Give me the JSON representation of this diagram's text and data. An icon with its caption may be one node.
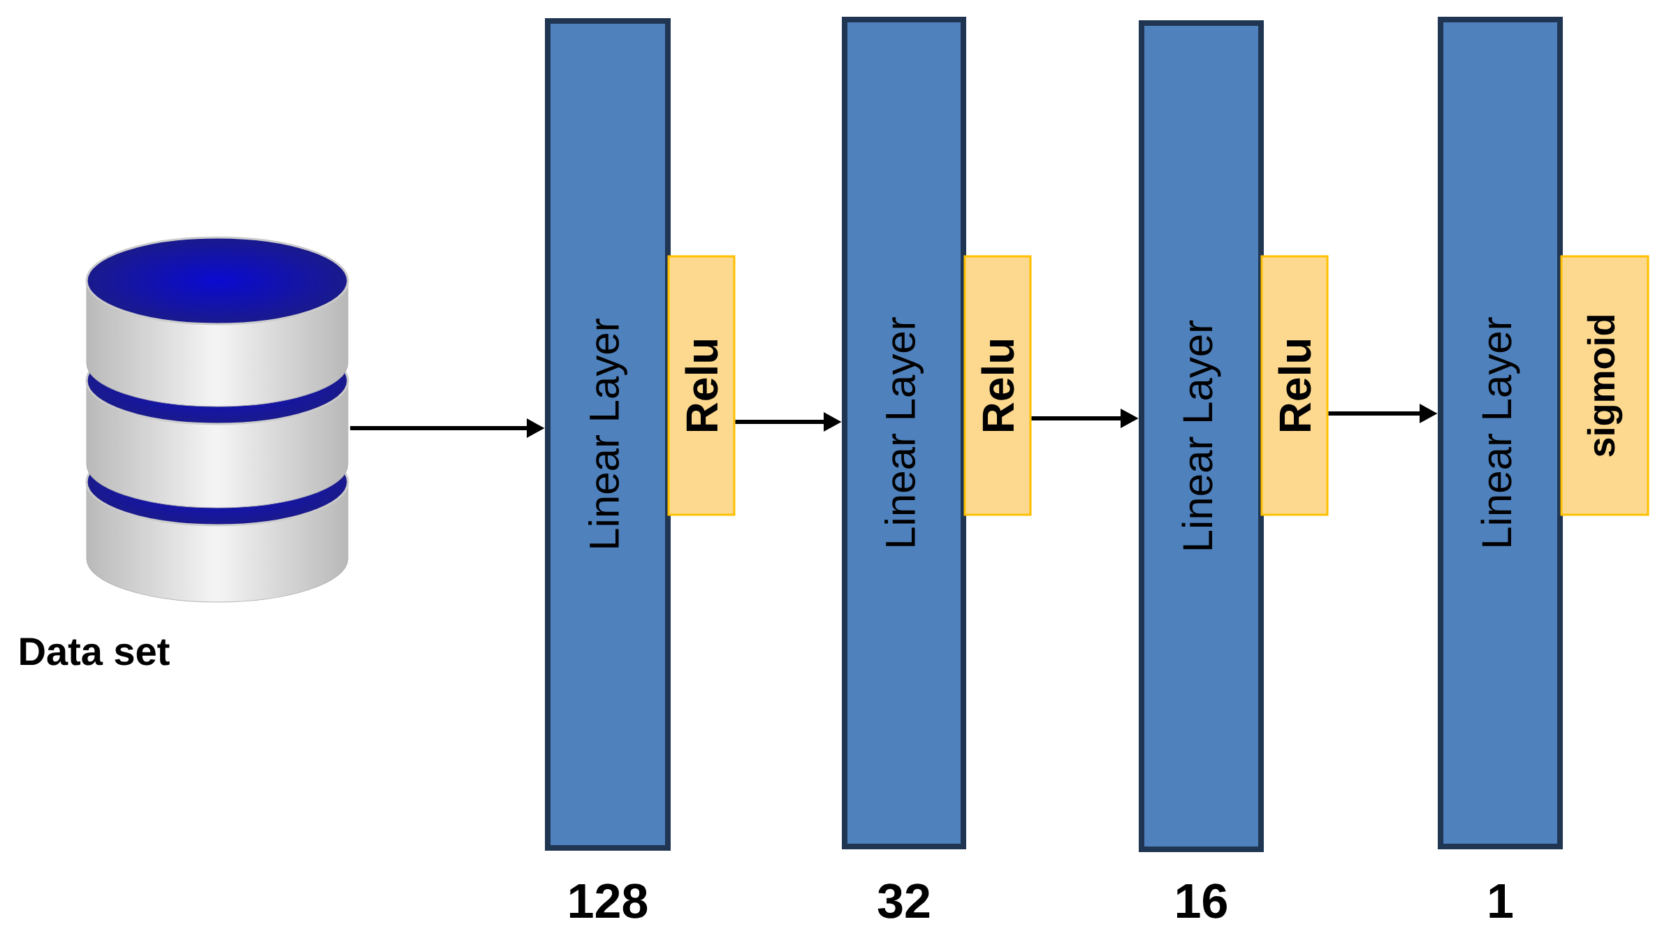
{
  "diagram": {
    "nodes": [
      {
        "text": [
          "Data set"
        ]
      },
      {
        "text": [
          "Linear Layer"
        ],
        "beside": [
          "128"
        ]
      },
      {
        "text": [
          "Relu"
        ]
      },
      {
        "text": [
          "Linear Layer"
        ],
        "beside": [
          "32"
        ]
      },
      {
        "text": [
          "Relu"
        ]
      },
      {
        "text": [
          "Linear Layer"
        ],
        "beside": [
          "16"
        ]
      },
      {
        "text": [
          "Relu"
        ]
      },
      {
        "text": [
          "Linear Layer"
        ],
        "beside": [
          "1"
        ]
      },
      {
        "text": [
          "sigmoid"
        ]
      }
    ],
    "edges": [
      {
        "from": 0,
        "to": 1,
        "arrow": "to"
      },
      {
        "from": 2,
        "to": 3,
        "arrow": "to"
      },
      {
        "from": 4,
        "to": 5,
        "arrow": "to"
      },
      {
        "from": 6,
        "to": 7,
        "arrow": "to"
      }
    ]
  }
}
